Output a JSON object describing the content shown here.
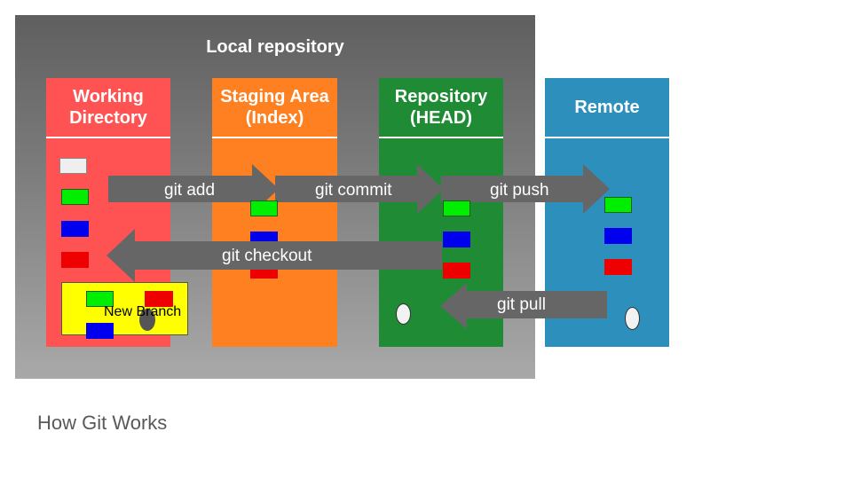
{
  "diagram": {
    "local_repository_label": "Local repository",
    "columns": {
      "working_directory": "Working\nDirectory",
      "staging_area": "Staging Area\n(Index)",
      "repository": "Repository\n(HEAD)",
      "remote": "Remote"
    },
    "arrows": {
      "git_add": "git add",
      "git_commit": "git commit",
      "git_push": "git push",
      "git_checkout": "git checkout",
      "git_pull": "git pull"
    },
    "branch_label": "New Branch",
    "caption": "How Git Works",
    "colors": {
      "working_directory": "#ff5353",
      "staging_area": "#ff8020",
      "repository": "#1f8b35",
      "remote": "#2c8fbc",
      "arrow": "#666666",
      "branch_box": "#ffff00"
    }
  }
}
